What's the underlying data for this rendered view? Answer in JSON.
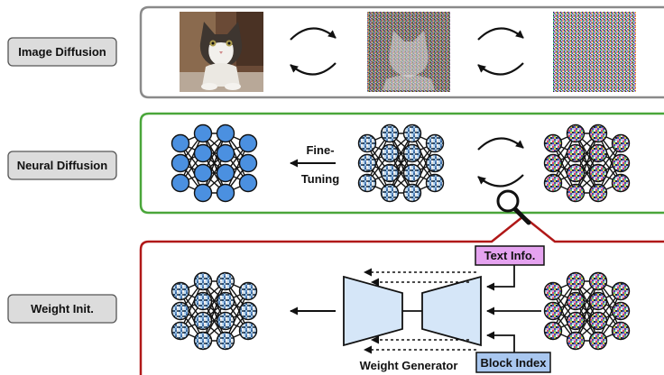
{
  "rows": {
    "image_diffusion": "Image Diffusion",
    "neural_diffusion": "Neural Diffusion",
    "weight_init": "Weight Init."
  },
  "fine_tuning": {
    "line1": "Fine-",
    "line2": "Tuning"
  },
  "text_info": "Text Info.",
  "block_index": "Block Index",
  "weight_generator": "Weight Generator",
  "colors": {
    "image_panel": "#8a8a8a",
    "neural_panel": "#4aa63a",
    "weight_panel": "#b01818",
    "node_blue": "#4b90e0",
    "text_info_fill": "#e5a3f0",
    "block_index_fill": "#a9c7ef",
    "generator_fill": "#d5e6f8"
  },
  "icons": [
    "cat-photo",
    "noisy-cat-photo",
    "pure-noise-image",
    "magnifier-icon",
    "cycle-arrows-icon",
    "neural-network-icon"
  ]
}
